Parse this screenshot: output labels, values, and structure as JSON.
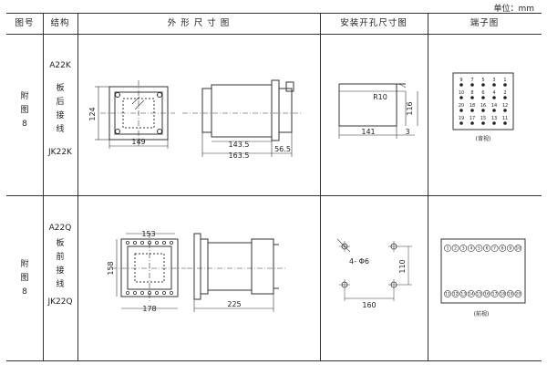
{
  "unit_label": "单位：mm",
  "headers": [
    "图号",
    "结构",
    "外 形 尺 寸 图",
    "安装开孔尺寸图",
    "端子图"
  ],
  "rows": [
    {
      "fig": [
        "附",
        "图",
        "8"
      ],
      "struct_top": "A22K",
      "struct_mid": [
        "板",
        "后",
        "接",
        "线"
      ],
      "struct_bot": "JK22K",
      "dims": {
        "d124": "124",
        "d149": "149",
        "d1435": "143.5",
        "d1635": "163.5",
        "d565": "56.5",
        "r10": "R10",
        "d116": "116",
        "d141": "141",
        "d3": "3"
      },
      "term_numbers": [
        "9",
        "7",
        "5",
        "3",
        "1",
        "10",
        "8",
        "6",
        "4",
        "2",
        "20",
        "18",
        "16",
        "14",
        "12",
        "19",
        "17",
        "15",
        "13",
        "11"
      ],
      "term_caption": "(背视)"
    },
    {
      "fig": [
        "附",
        "图",
        "8"
      ],
      "struct_top": "A22Q",
      "struct_mid": [
        "板",
        "前",
        "接",
        "线"
      ],
      "struct_bot": "JK22Q",
      "dims": {
        "d153": "153",
        "d158": "158",
        "d178": "178",
        "d225": "225",
        "hole": "4- Φ6",
        "d110": "110",
        "d160": "160"
      },
      "term_numbers_top": [
        "1",
        "2",
        "3",
        "4",
        "5",
        "6",
        "7",
        "8",
        "9",
        "10"
      ],
      "term_numbers_bot": [
        "11",
        "12",
        "13",
        "14",
        "15",
        "16",
        "17",
        "18",
        "19",
        "20"
      ],
      "term_caption": "(前视)"
    }
  ]
}
